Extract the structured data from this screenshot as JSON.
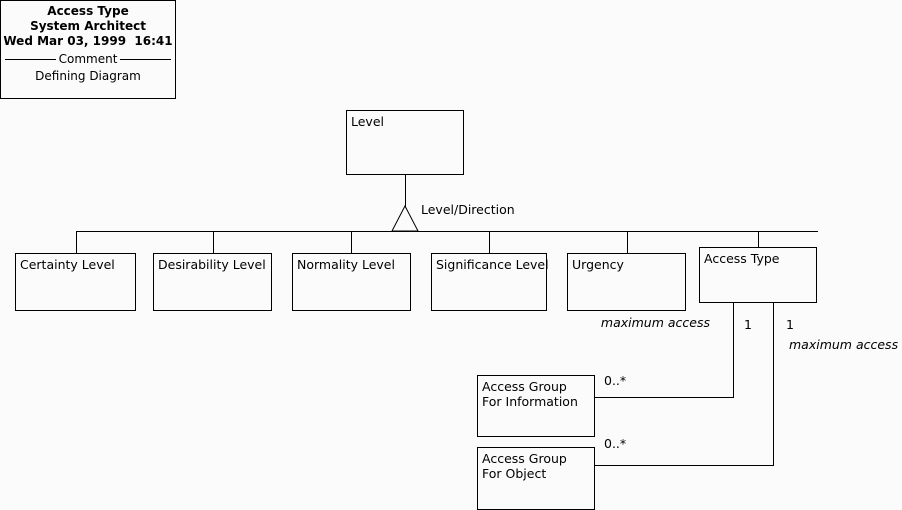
{
  "title_block": {
    "name": "Access Type",
    "author": "System Architect",
    "timestamp": "Wed Mar 03, 1999  16:41",
    "section_label": "Comment",
    "comment": "Defining Diagram"
  },
  "diagram": {
    "superclass": {
      "name": "Level"
    },
    "generalization_label": "Level/Direction",
    "subclasses": [
      {
        "name": "Certainty Level"
      },
      {
        "name": "Desirability Level"
      },
      {
        "name": "Normality Level"
      },
      {
        "name": "Significance Level"
      },
      {
        "name": "Urgency"
      },
      {
        "name": "Access Type"
      }
    ],
    "associated_classes": [
      {
        "name": "Access Group\nFor Information"
      },
      {
        "name": "Access Group\nFor Object"
      }
    ],
    "associations": [
      {
        "role": "maximum access",
        "source_multiplicity": "1",
        "target_multiplicity": "0..*"
      },
      {
        "role": "maximum access",
        "source_multiplicity": "1",
        "target_multiplicity": "0..*"
      }
    ]
  },
  "colors": {
    "line": "#000000",
    "fill": "#fbfbfb",
    "background": "#fbfbfb",
    "text": "#000000"
  }
}
